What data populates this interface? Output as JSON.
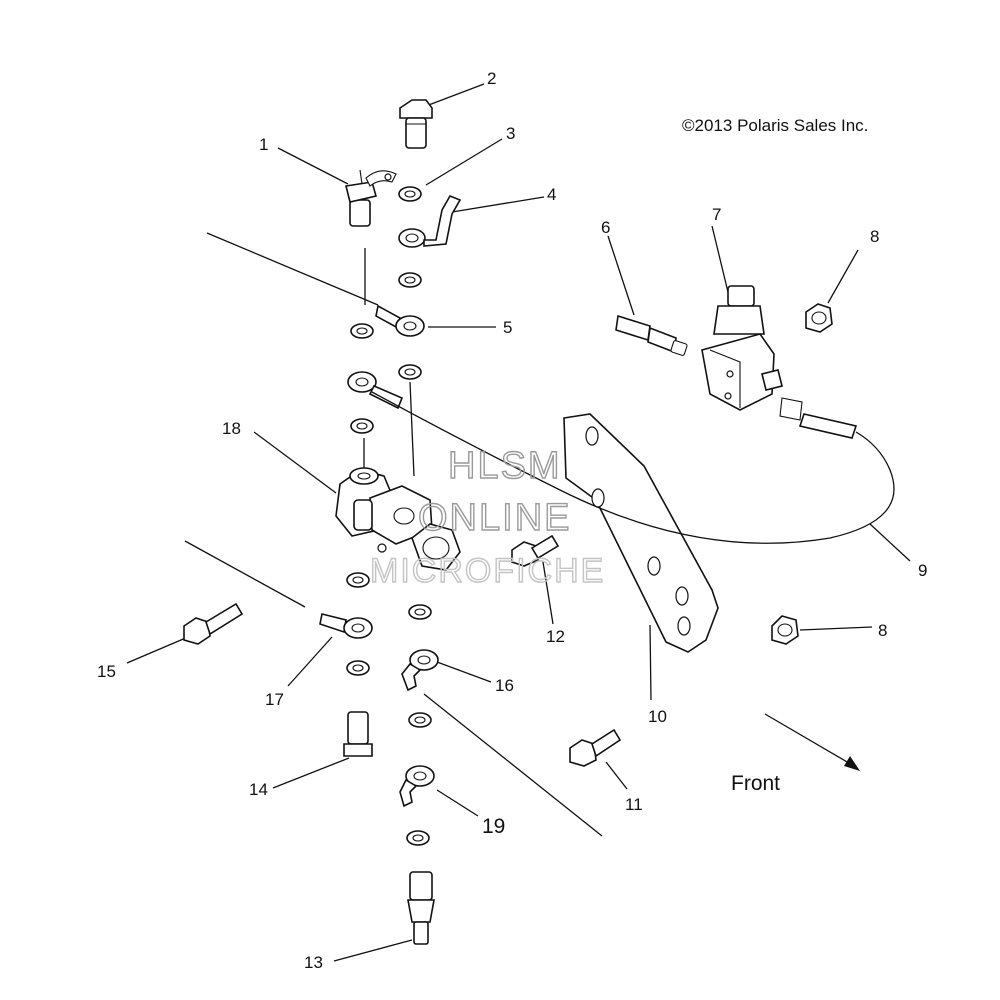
{
  "copyright": "©2013 Polaris Sales Inc.",
  "watermark": [
    "HLSM",
    "ONLINE",
    "MICROFICHE"
  ],
  "front_label": "Front",
  "callouts": {
    "c1": "1",
    "c2": "2",
    "c3": "3",
    "c4": "4",
    "c5": "5",
    "c6": "6",
    "c7": "7",
    "c8a": "8",
    "c8b": "8",
    "c9": "9",
    "c10": "10",
    "c11": "11",
    "c12": "12",
    "c13": "13",
    "c14": "14",
    "c15": "15",
    "c16": "16",
    "c17": "17",
    "c18": "18",
    "c19": "19"
  }
}
